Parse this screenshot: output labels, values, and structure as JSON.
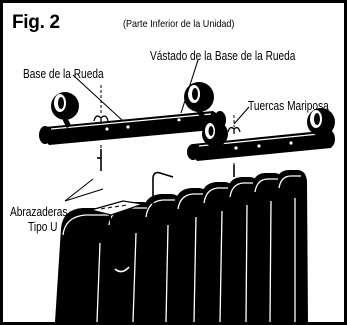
{
  "figure": {
    "label": "Fig. 2",
    "note": "(Parte Inferior de la Unidad)"
  },
  "callouts": {
    "wheel_base": "Base de la Rueda",
    "wheel_base_stem": "Vástado de la Base de la Rueda",
    "wing_nuts": "Tuercas Mariposa",
    "u_clamps_line1": "Abrazaderas",
    "u_clamps_line2": "Tipo U"
  },
  "colors": {
    "ink": "#000000",
    "paper": "#ffffff"
  }
}
